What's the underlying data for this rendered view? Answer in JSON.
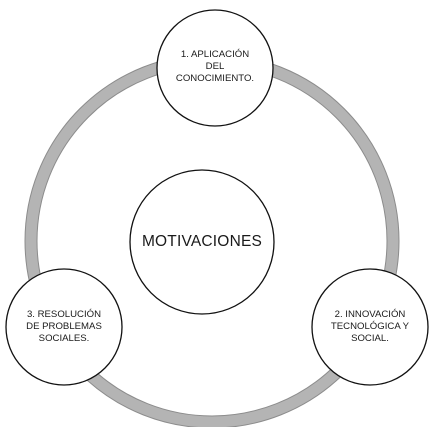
{
  "center": {
    "label": "MOTIVACIONES"
  },
  "nodes": [
    {
      "label": "1. APLICACIÓN\nDEL\nCONOCIMIENTO."
    },
    {
      "label": "2. INNOVACIÓN\nTECNOLÓGICA Y\nSOCIAL."
    },
    {
      "label": "3. RESOLUCIÓN\nDE PROBLEMAS\nSOCIALES."
    }
  ],
  "colors": {
    "ring_fill": "#b4b4b4",
    "ring_edge": "#8c8c8c",
    "circle_fill": "#ffffff",
    "circle_stroke": "#111111"
  }
}
